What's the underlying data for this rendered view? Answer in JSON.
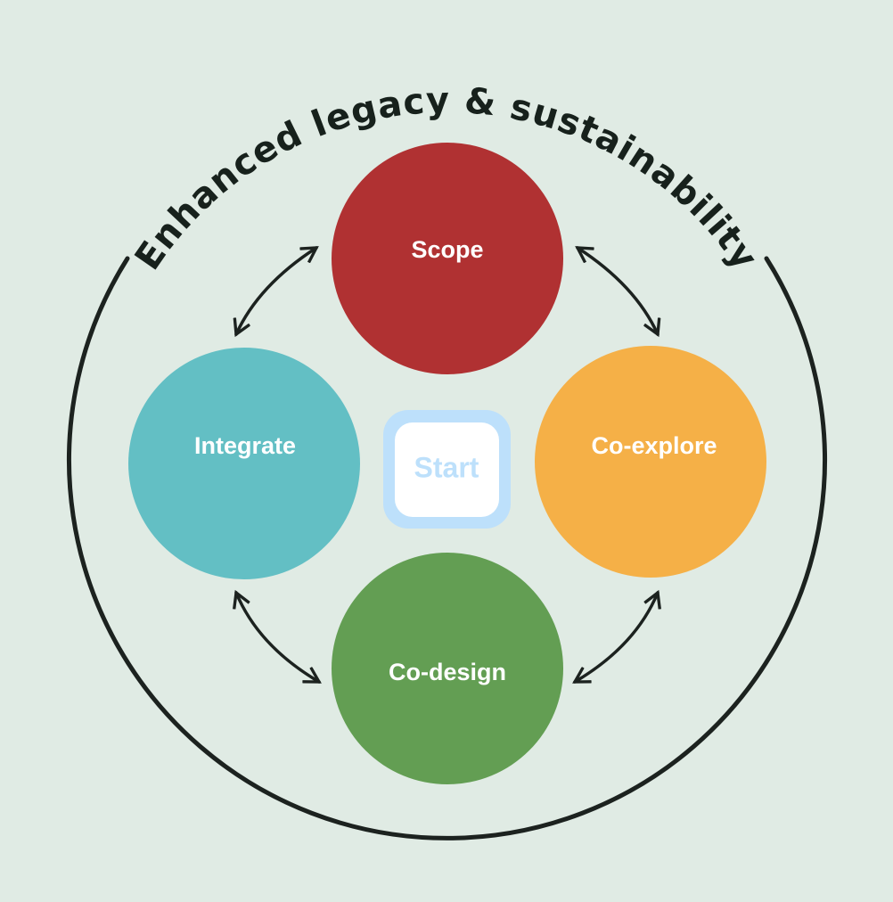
{
  "title": "Enhanced legacy & sustainability",
  "start_label": "Start",
  "stages": [
    {
      "label": "Scope",
      "color": "#b03132"
    },
    {
      "label": "Co-explore",
      "color": "#f5b047"
    },
    {
      "label": "Co-design",
      "color": "#639e53"
    },
    {
      "label": "Integrate",
      "color": "#63bfc4"
    }
  ],
  "colors": {
    "background": "#e0ebe4",
    "outline": "#1c221f",
    "start_border": "#bde0fb"
  }
}
